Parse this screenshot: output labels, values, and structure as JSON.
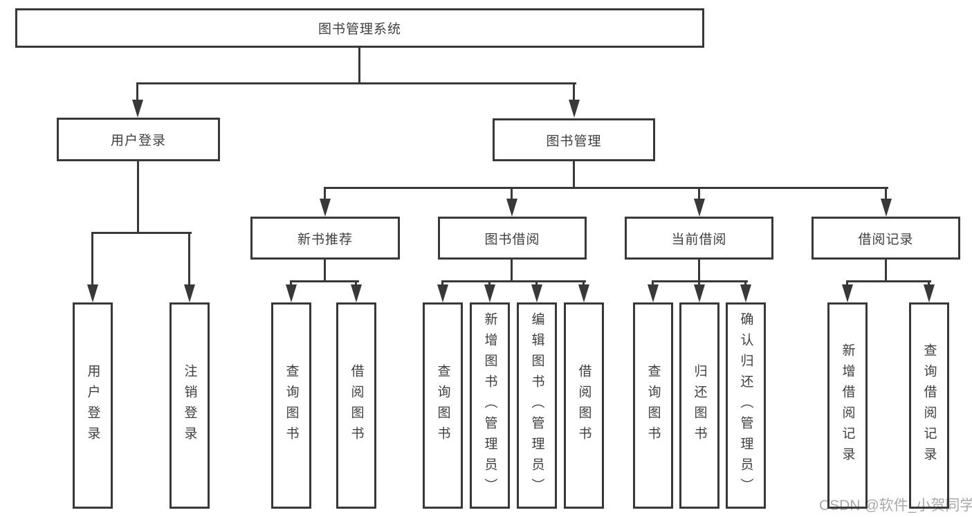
{
  "nodes": {
    "root": {
      "label": "图书管理系统"
    },
    "user_login": {
      "label": "用户登录"
    },
    "book_mgmt": {
      "label": "图书管理"
    },
    "new_book_rec": {
      "label": "新书推荐"
    },
    "book_borrow": {
      "label": "图书借阅"
    },
    "current_borrow": {
      "label": "当前借阅"
    },
    "borrow_records": {
      "label": "借阅记录"
    },
    "leaf_user_login": {
      "label": "用户登录"
    },
    "leaf_logout": {
      "label": "注销登录"
    },
    "leaf_query_book_1": {
      "label": "查询图书"
    },
    "leaf_borrow_book_1": {
      "label": "借阅图书"
    },
    "leaf_query_book_2": {
      "label": "查询图书"
    },
    "leaf_add_book": {
      "label": "新增图书（管理员）"
    },
    "leaf_edit_book": {
      "label": "编辑图书（管理员）"
    },
    "leaf_borrow_book_2": {
      "label": "借阅图书"
    },
    "leaf_query_book_3": {
      "label": "查询图书"
    },
    "leaf_return_book": {
      "label": "归还图书"
    },
    "leaf_confirm_return": {
      "label": "确认归还（管理员）"
    },
    "leaf_add_borrow_record": {
      "label": "新增借阅记录"
    },
    "leaf_query_borrow_record": {
      "label": "查询借阅记录"
    }
  },
  "watermark": {
    "text": "CSDN @软件_小贺同学"
  },
  "colors": {
    "line": "#383838",
    "text": "#3f3f3f",
    "watermark": "#a9a9a9",
    "background": "#ffffff"
  }
}
